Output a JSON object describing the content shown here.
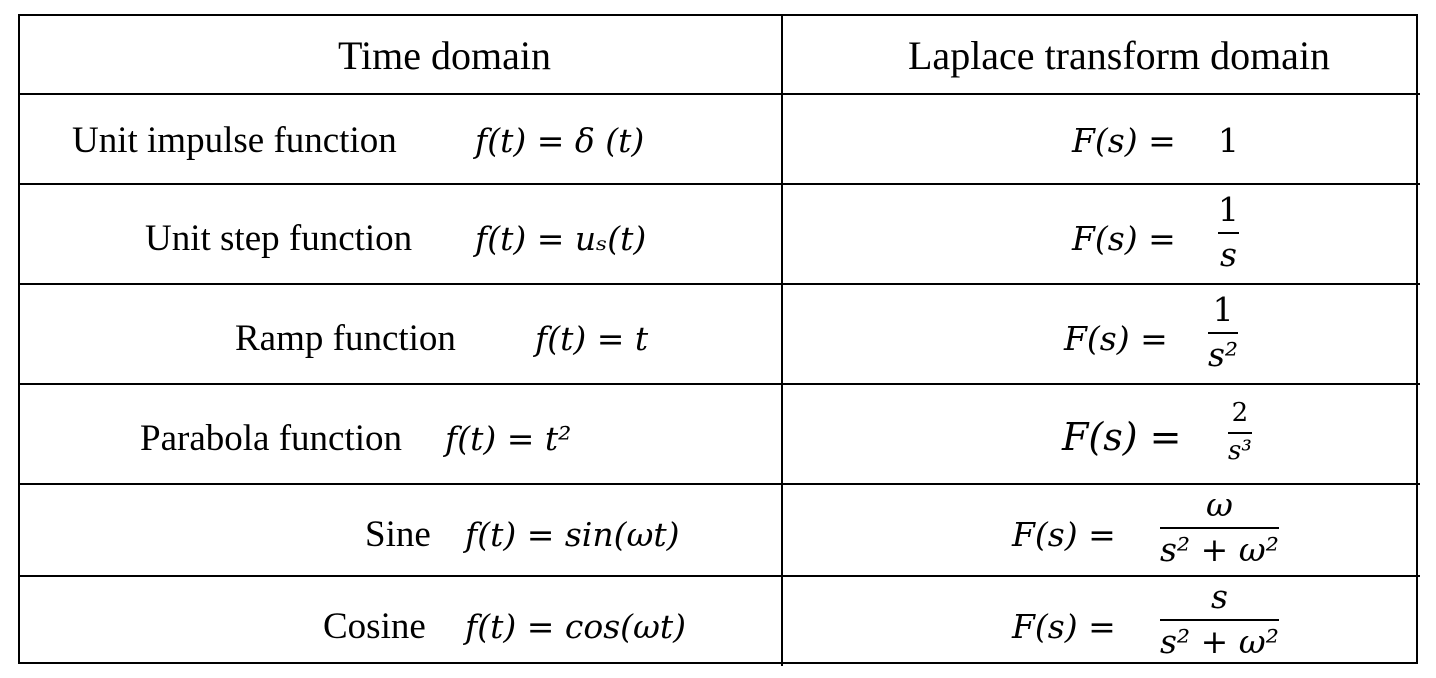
{
  "headers": {
    "time": "Time domain",
    "laplace": "Laplace transform domain"
  },
  "rows": [
    {
      "label": "Unit impulse function",
      "time_expr": "f(t) = δ (t)",
      "lhs": "F(s) =",
      "value": "1"
    },
    {
      "label": "Unit step function",
      "time_expr": "f(t) = uₛ(t)",
      "lhs": "F(s) =",
      "num": "1",
      "den": "s"
    },
    {
      "label": "Ramp function",
      "time_expr": "f(t) = t",
      "lhs": "F(s) =",
      "num": "1",
      "den": "s²"
    },
    {
      "label": "Parabola function",
      "time_expr": "f(t) = t²",
      "lhs": "F(s) =",
      "num": "2",
      "den": "s³"
    },
    {
      "label": "Sine",
      "time_expr": "f(t) = sin(ωt)",
      "lhs": "F(s) =",
      "num": "ω",
      "den": "s² + ω²"
    },
    {
      "label": "Cosine",
      "time_expr": "f(t) = cos(ωt)",
      "lhs": "F(s) =",
      "num": "s",
      "den": "s² + ω²"
    }
  ]
}
